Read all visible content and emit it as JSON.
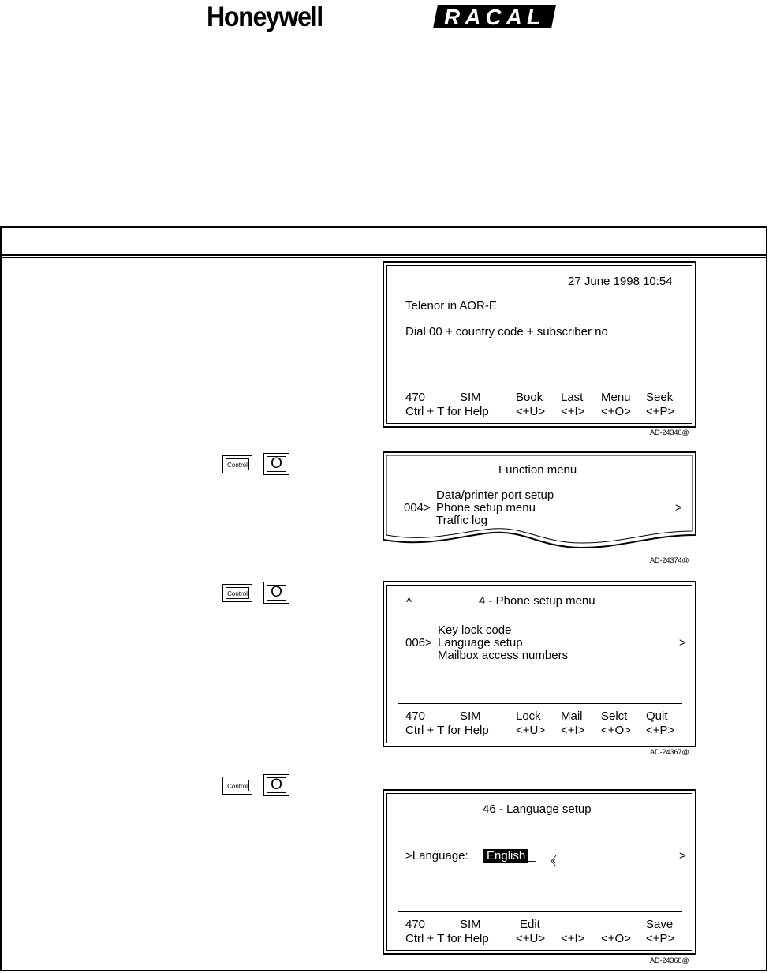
{
  "header": {
    "logo_left": "Honeywell",
    "logo_right": "RACAL"
  },
  "keys": {
    "control": "Control",
    "o": "O"
  },
  "screen1": {
    "datetime": "27 June 1998 10:54",
    "network": "Telenor in AOR-E",
    "instruction": "Dial 00 + country code + subscriber no",
    "row1": [
      "470",
      "SIM",
      "Book",
      "Last",
      "Menu",
      "Seek"
    ],
    "row2": [
      "Ctrl + T for Help",
      "<+U>",
      "<+I>",
      "<+O>",
      "<+P>"
    ],
    "code": "AD-24340@"
  },
  "screen2": {
    "title": "Function menu",
    "item_prev": "Data/printer port setup",
    "selected_num": "004>",
    "item_sel": "Phone setup menu",
    "arrow": ">",
    "item_next": "Traffic log",
    "code": "AD-24374@"
  },
  "screen3": {
    "up": "^",
    "title": "4 - Phone setup menu",
    "item_prev": "Key lock code",
    "selected_num": "006>",
    "item_sel": "Language setup",
    "arrow": ">",
    "item_next": "Mailbox access numbers",
    "row1": [
      "470",
      "SIM",
      "Lock",
      "Mail",
      "Selct",
      "Quit"
    ],
    "row2": [
      "Ctrl + T for Help",
      "<+U>",
      "<+I>",
      "<+O>",
      "<+P>"
    ],
    "code": "AD-24367@"
  },
  "screen4": {
    "title": "46 - Language setup",
    "label": ">Language:",
    "value": "English",
    "arrow": ">",
    "row1": [
      "470",
      "SIM",
      "Edit",
      "Save"
    ],
    "row2": [
      "Ctrl + T for Help",
      "<+U>",
      "<+I>",
      "<+O>",
      "<+P>"
    ],
    "code": "AD-24368@"
  }
}
